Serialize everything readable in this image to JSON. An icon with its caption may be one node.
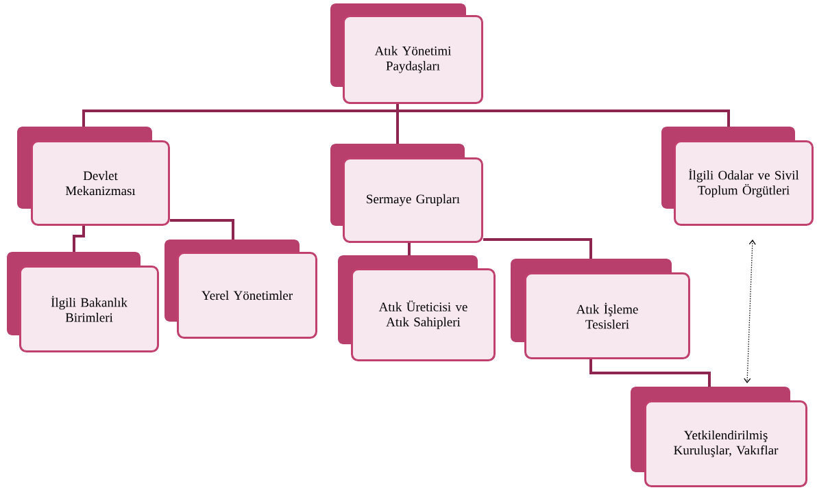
{
  "diagram": {
    "nodes": [
      {
        "text": [
          "Atık Yönetimi Paydaşları"
        ]
      },
      {
        "text": [
          "Devlet Mekanizması"
        ]
      },
      {
        "text": [
          "Sermaye Grupları"
        ]
      },
      {
        "text": [
          "İlgili Odalar ve Sivil Toplum Örgütleri"
        ]
      },
      {
        "text": [
          "İlgili Bakanlık Birimleri"
        ]
      },
      {
        "text": [
          "Yerel Yönetimler"
        ]
      },
      {
        "text": [
          "Atık Üreticisi ve Atık Sahipleri"
        ]
      },
      {
        "text": [
          "Atık İşleme Tesisleri"
        ]
      },
      {
        "text": [
          "Yetkilendirilmiş Kuruluşlar, Vakıflar"
        ]
      }
    ],
    "edges": [
      {
        "from": 0,
        "to": 1,
        "arrow": "none"
      },
      {
        "from": 0,
        "to": 2,
        "arrow": "none"
      },
      {
        "from": 0,
        "to": 3,
        "arrow": "none"
      },
      {
        "from": 1,
        "to": 4,
        "arrow": "none"
      },
      {
        "from": 1,
        "to": 5,
        "arrow": "none"
      },
      {
        "from": 2,
        "to": 6,
        "arrow": "none"
      },
      {
        "from": 2,
        "to": 7,
        "arrow": "none"
      },
      {
        "from": 7,
        "to": 8,
        "arrow": "none"
      },
      {
        "from": 3,
        "to": 8,
        "arrow": "both",
        "style": "dashed",
        "color": "#000000"
      }
    ]
  }
}
